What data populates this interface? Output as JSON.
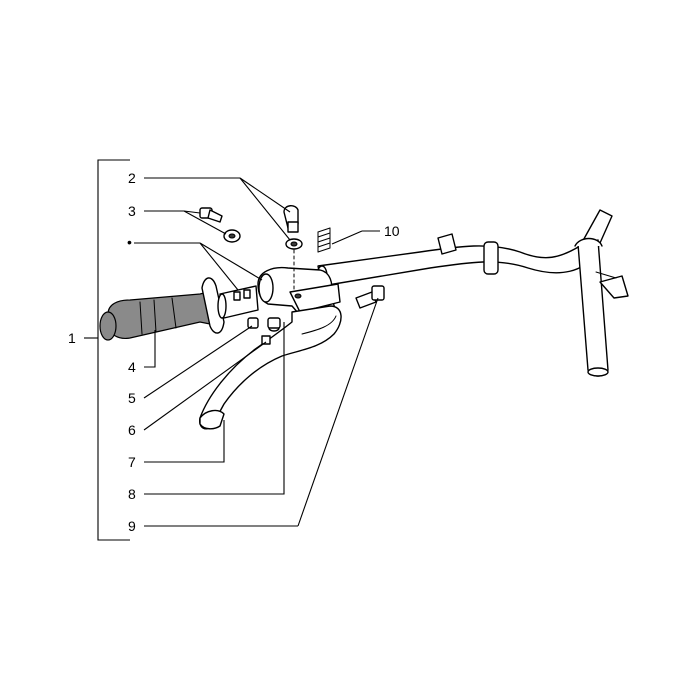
{
  "diagram": {
    "callouts": [
      {
        "id": "1",
        "text": "1"
      },
      {
        "id": "2",
        "text": "2"
      },
      {
        "id": "3",
        "text": "3"
      },
      {
        "id": "dot",
        "text": "•"
      },
      {
        "id": "4",
        "text": "4"
      },
      {
        "id": "5",
        "text": "5"
      },
      {
        "id": "6",
        "text": "6"
      },
      {
        "id": "7",
        "text": "7"
      },
      {
        "id": "8",
        "text": "8"
      },
      {
        "id": "9",
        "text": "9"
      },
      {
        "id": "10",
        "text": "10"
      }
    ]
  }
}
